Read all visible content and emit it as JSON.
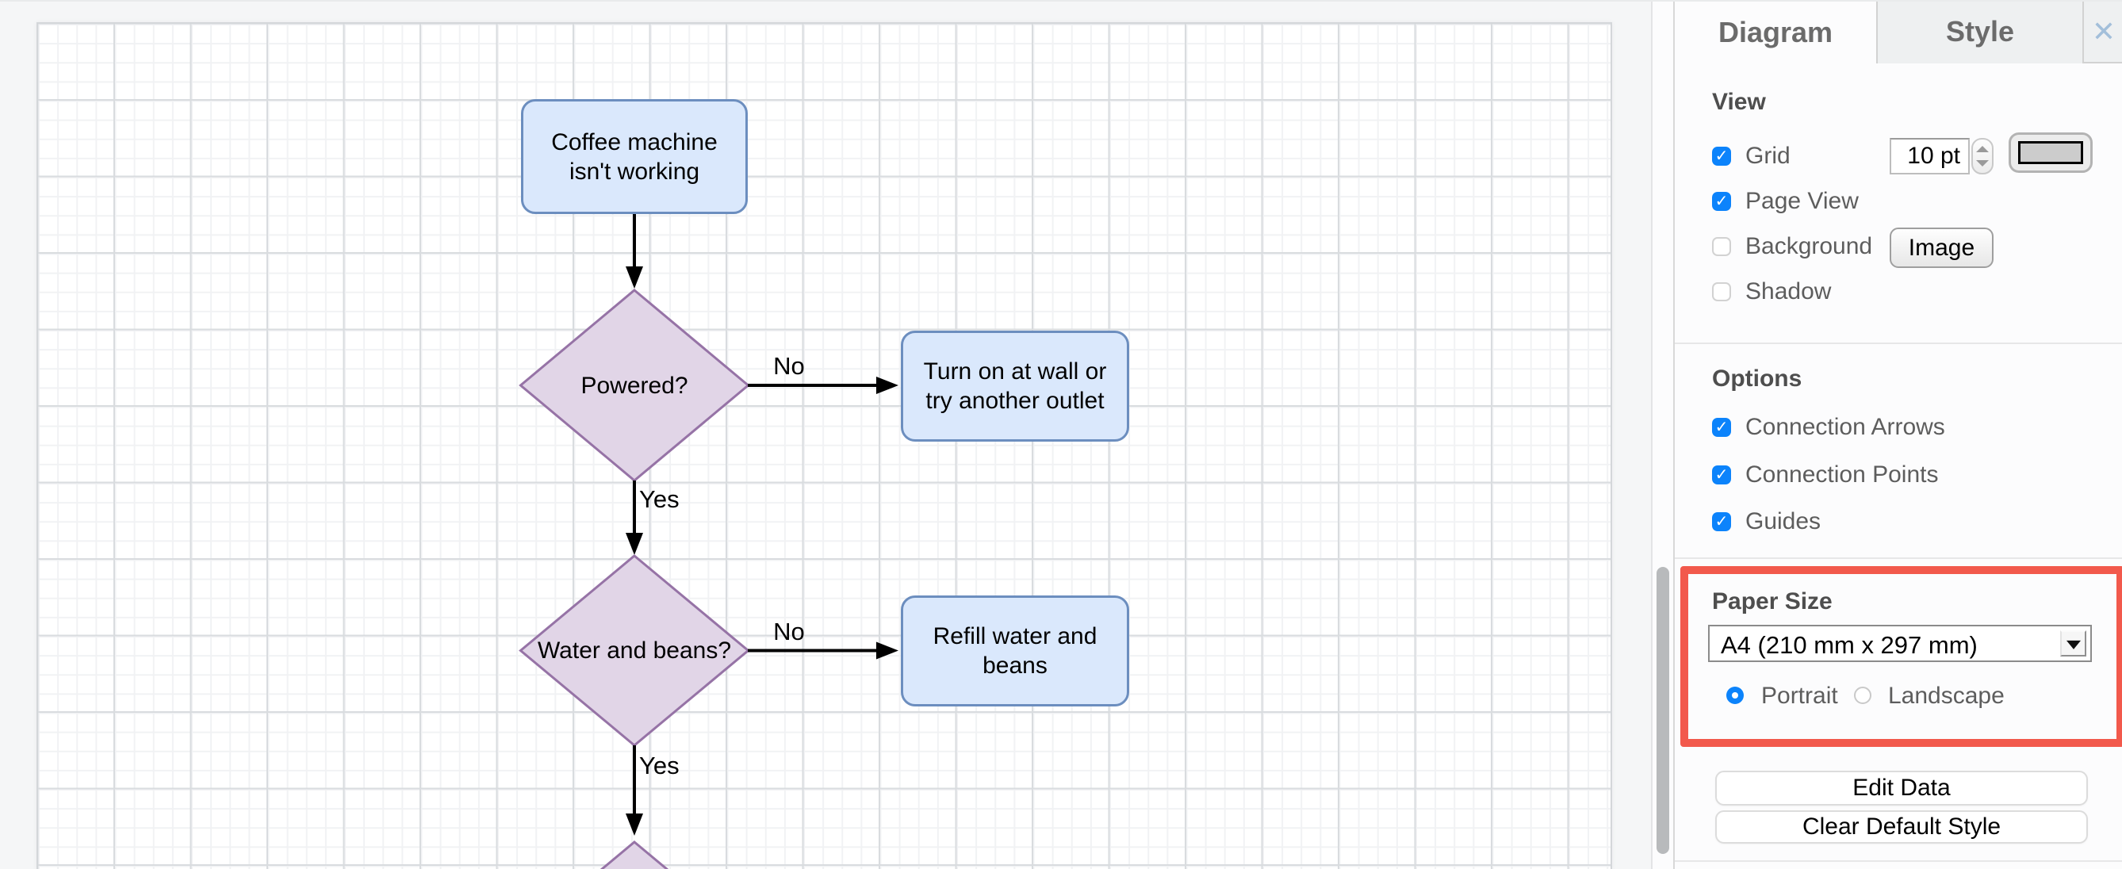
{
  "colors": {
    "accent_blue": "#0c83fb",
    "highlight_red": "#f2594c",
    "node_fill_blue": "#dae8fc",
    "node_border_blue": "#6c8ebf",
    "node_fill_purple": "#e1d5e7",
    "node_border_purple": "#9673a6",
    "grid_swatch": "#cccccc"
  },
  "glyphs": {
    "check": "✓",
    "close": "✕"
  },
  "canvas": {
    "nodes": [
      {
        "label": "Coffee machine isn't working",
        "shape": "rounded-rectangle"
      },
      {
        "label": "Powered?",
        "shape": "diamond"
      },
      {
        "label": "Turn on at wall or try another outlet",
        "shape": "rounded-rectangle"
      },
      {
        "label": "Water and beans?",
        "shape": "diamond"
      },
      {
        "label": "Refill water and beans",
        "shape": "rounded-rectangle"
      }
    ],
    "edge_labels": [
      {
        "label": "No"
      },
      {
        "label": "Yes"
      },
      {
        "label": "No"
      },
      {
        "label": "Yes"
      }
    ]
  },
  "panel": {
    "tabs": [
      {
        "label": "Diagram",
        "active": true
      },
      {
        "label": "Style",
        "active": false
      }
    ],
    "view": {
      "title": "View",
      "grid": {
        "label": "Grid",
        "checked": true,
        "size_value": "10 pt"
      },
      "page_view": {
        "label": "Page View",
        "checked": true
      },
      "background": {
        "label": "Background",
        "checked": false,
        "image_button": "Image"
      },
      "shadow": {
        "label": "Shadow",
        "checked": false
      }
    },
    "options": {
      "title": "Options",
      "rows": [
        {
          "label": "Connection Arrows",
          "checked": true
        },
        {
          "label": "Connection Points",
          "checked": true
        },
        {
          "label": "Guides",
          "checked": true
        }
      ]
    },
    "paper": {
      "title": "Paper Size",
      "size_value": "A4 (210 mm x 297 mm)",
      "orientation": [
        {
          "label": "Portrait",
          "selected": true
        },
        {
          "label": "Landscape",
          "selected": false
        }
      ]
    },
    "buttons": [
      {
        "label": "Edit Data"
      },
      {
        "label": "Clear Default Style"
      }
    ]
  }
}
